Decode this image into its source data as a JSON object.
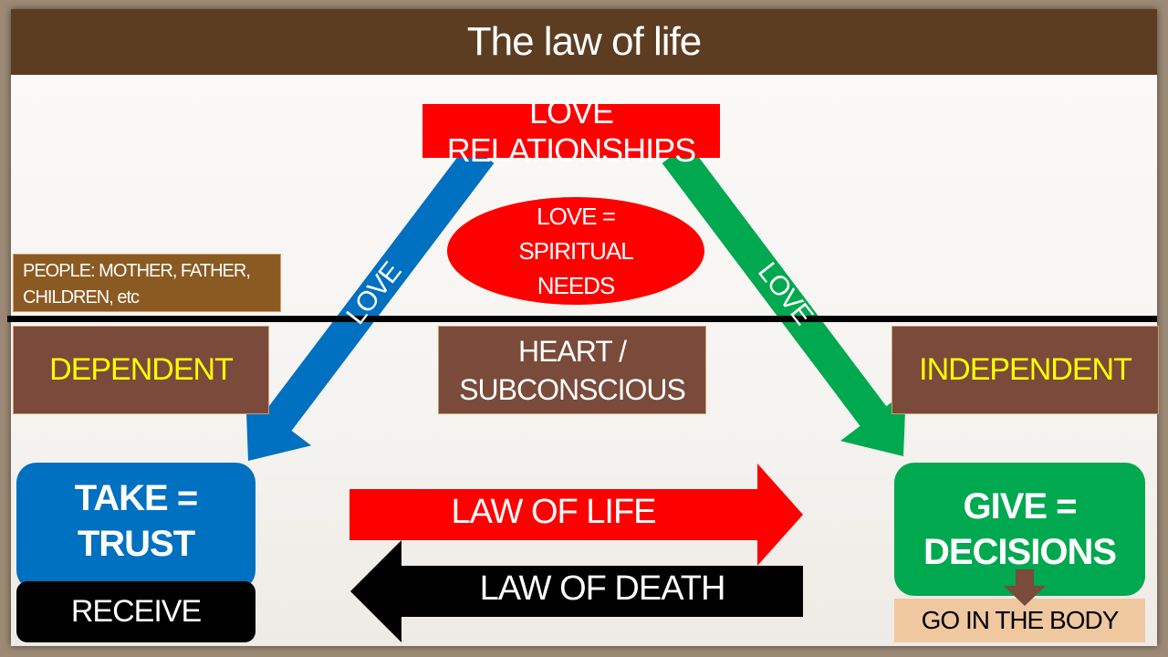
{
  "title": "The law of life",
  "love_relationships": "LOVE RELATIONSHIPS",
  "love_needs": [
    "LOVE =",
    "SPIRITUAL",
    "NEEDS"
  ],
  "people": [
    "PEOPLE: MOTHER, FATHER,",
    "CHILDREN, etc"
  ],
  "dependent": "DEPENDENT",
  "heart": [
    "HEART /",
    "SUBCONSCIOUS"
  ],
  "independent": "INDEPENDENT",
  "left_arrow_label": "LOVE",
  "right_arrow_label": "LOVE",
  "take": [
    "TAKE =",
    "TRUST"
  ],
  "receive": "RECEIVE",
  "law_of_life": "LAW OF LIFE",
  "law_of_death": "LAW OF DEATH",
  "give": [
    "GIVE =",
    "DECISIONS"
  ],
  "go_in_body": "GO IN THE BODY",
  "colors": {
    "title_bar": "#5c3d22",
    "red": "#ff0000",
    "blue": "#0070c0",
    "green": "#00a84f",
    "brown_box": "#7a4a3a",
    "people_box": "#8b5a23",
    "yellow_text": "#ffff00",
    "tan": "#f0c8a0"
  }
}
